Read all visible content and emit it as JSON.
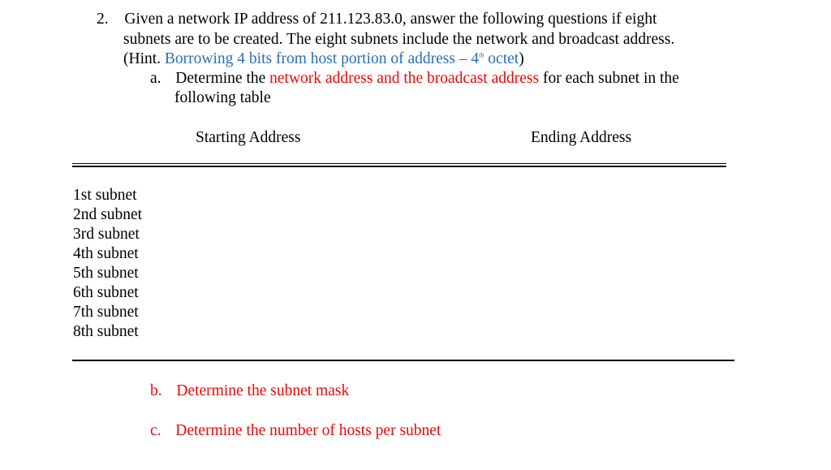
{
  "question": {
    "number": "2.",
    "line1": "Given a network IP address of 211.123.83.0, answer the following questions if eight",
    "line2": "subnets are to be created. The eight subnets include the network and broadcast address.",
    "hint_prefix": "(Hint. ",
    "hint_text": "Borrowing 4 bits from host portion of address – 4",
    "hint_sup": "th",
    "hint_suffix_blue": " octet",
    "hint_close": ")"
  },
  "part_a": {
    "marker": "a.",
    "text_before": "Determine the ",
    "text_red": "network address and the broadcast address",
    "text_after": " for each subnet in the",
    "line2": "following table"
  },
  "table": {
    "headers": [
      "Starting Address",
      "Ending Address"
    ],
    "rows": [
      "1st subnet",
      "2nd subnet",
      "3rd subnet",
      "4th subnet",
      "5th subnet",
      "6th subnet",
      "7th subnet",
      "8th subnet"
    ]
  },
  "part_b": {
    "marker": "b.",
    "text": "Determine the subnet mask"
  },
  "part_c": {
    "marker": "c.",
    "text": "Determine the number of hosts per subnet"
  },
  "colors": {
    "text": "#000000",
    "hint_blue": "#2a6ebb",
    "highlight_red": "#ff0000"
  }
}
